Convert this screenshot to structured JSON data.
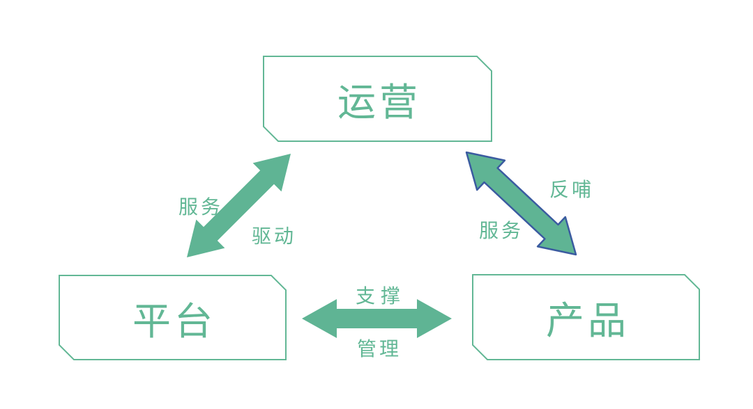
{
  "diagram": {
    "title": "platform-operations-product-relationship-diagram",
    "nodes": [
      {
        "id": "operations",
        "label": "运营"
      },
      {
        "id": "platform",
        "label": "平台"
      },
      {
        "id": "product",
        "label": "产品"
      }
    ],
    "edges": [
      {
        "id": "platform-operations",
        "type": "double-arrow",
        "labels": [
          "服务",
          "驱动"
        ]
      },
      {
        "id": "operations-product",
        "type": "double-arrow-outlined",
        "labels": [
          "反哺",
          "服务"
        ]
      },
      {
        "id": "platform-product",
        "type": "double-arrow",
        "labels": [
          "支撑",
          "管理"
        ]
      }
    ]
  },
  "colors": {
    "arrow_green": "#5FB494",
    "text_green": "#62B795",
    "box_border_green": "#62B795",
    "arrow_outline_blue": "#3B5BA0",
    "background": "#FFFFFF"
  }
}
